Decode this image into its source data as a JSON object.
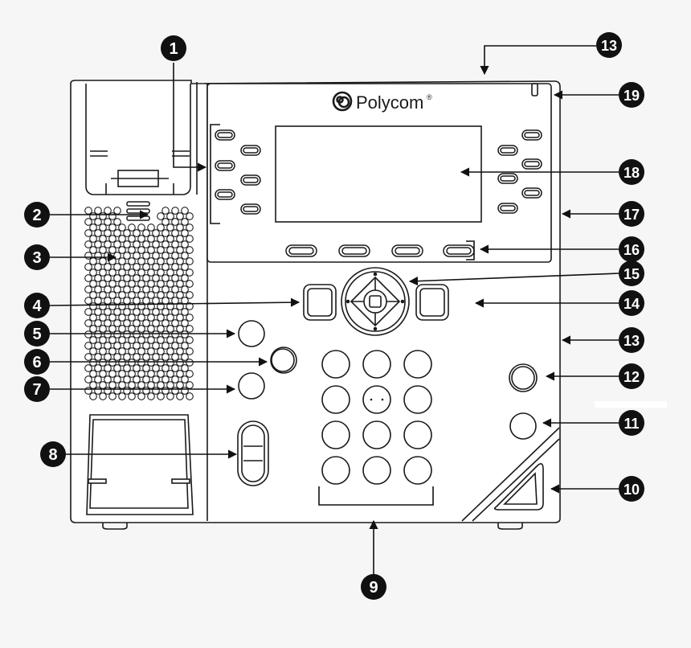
{
  "brand": {
    "name": "Polycom",
    "mark": "®"
  },
  "colors": {
    "ink": "#1a1a1a",
    "body": "#ffffff",
    "background": "#f6f6f6",
    "callout": "#111111",
    "callout_text": "#ffffff"
  },
  "callouts": [
    "1",
    "2",
    "3",
    "4",
    "5",
    "6",
    "7",
    "8",
    "9",
    "10",
    "11",
    "12",
    "13",
    "13",
    "14",
    "15",
    "16",
    "17",
    "18",
    "19"
  ]
}
